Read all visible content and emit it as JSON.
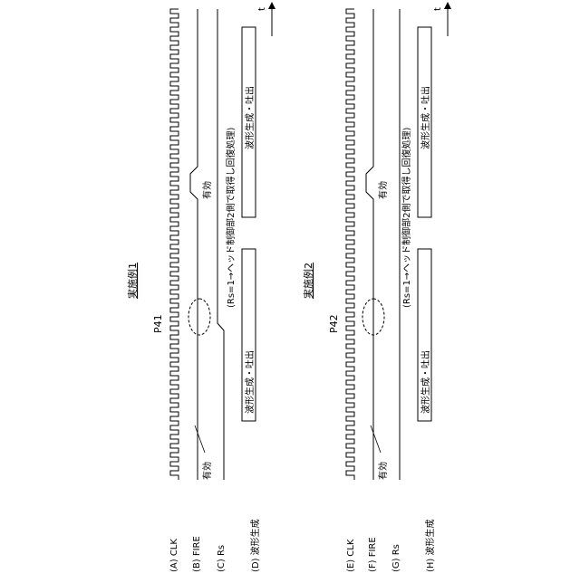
{
  "time_axis": {
    "label": "t"
  },
  "panels": [
    {
      "heading": "実施例1",
      "pointer": "P41",
      "note": "(Rs=1→ヘッド制御部2側で取得し回復処理)",
      "signals": [
        {
          "tag": "(A) CLK"
        },
        {
          "tag": "(B) FIRE"
        },
        {
          "tag": "(C) Rs"
        },
        {
          "tag": "(D) 波形生成"
        }
      ],
      "valid_label_1": "有効",
      "valid_label_2": "有効",
      "waveform_label_1": "波形生成・吐出",
      "waveform_label_2": "波形生成・吐出"
    },
    {
      "heading": "実施例2",
      "pointer": "P42",
      "note": "(Rs=1→ヘッド制御部2側で取得し回復処理)",
      "signals": [
        {
          "tag": "(E) CLK"
        },
        {
          "tag": "(F) FIRE"
        },
        {
          "tag": "(G) Rs"
        },
        {
          "tag": "(H) 波形生成"
        }
      ],
      "valid_label_1": "有効",
      "valid_label_2": "有効",
      "waveform_label_1": "波形生成・吐出",
      "waveform_label_2": "波形生成・吐出"
    }
  ]
}
